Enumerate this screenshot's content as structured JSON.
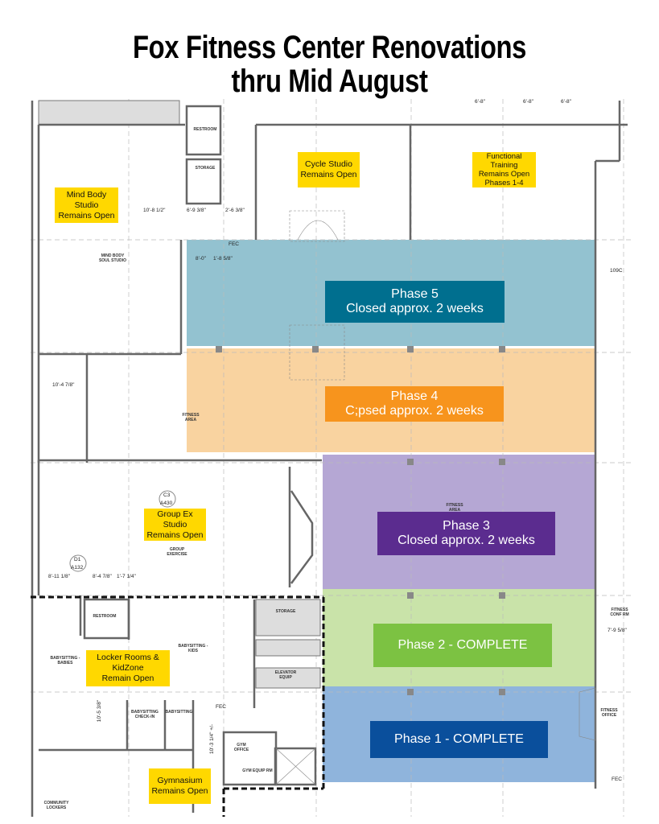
{
  "title": {
    "line1": "Fox Fitness Center Renovations",
    "line2": "thru Mid August"
  },
  "phases": [
    {
      "id": "phase5",
      "title": "Phase 5",
      "subtitle": "Closed approx. 2 weeks",
      "fill": "#93c2d0",
      "label_color": "#006f8f"
    },
    {
      "id": "phase4",
      "title": "Phase 4",
      "subtitle": "C;psed approx. 2 weeks",
      "fill": "#f9d3a0",
      "label_color": "#f7941d"
    },
    {
      "id": "phase3",
      "title": "Phase 3",
      "subtitle": "Closed approx. 2 weeks",
      "fill": "#b5a7d4",
      "label_color": "#5b2c8f"
    },
    {
      "id": "phase2",
      "title": "Phase 2 - COMPLETE",
      "fill": "#c9e3a9",
      "label_color": "#7cc242"
    },
    {
      "id": "phase1",
      "title": "Phase 1 - COMPLETE",
      "fill": "#8fb4dc",
      "label_color": "#0a4f9c"
    }
  ],
  "notes": {
    "mind_body": [
      "Mind Body Studio",
      "Remains Open"
    ],
    "cycle": [
      "Cycle Studio",
      "Remains Open"
    ],
    "functional": [
      "Functional Training",
      "Remains Open",
      "Phases 1-4"
    ],
    "group_ex": [
      "Group Ex Studio",
      "Remains Open"
    ],
    "locker": [
      "Locker Rooms &",
      "KidZone",
      "Remain Open"
    ],
    "gym": [
      "Gymnasium",
      "Remains Open"
    ]
  },
  "rooms": {
    "restroom": "RESTROOM",
    "storage": "STORAGE",
    "mind_body_soul": "MIND BODY SOUL STUDIO",
    "fitness_area": "FITNESS AREA",
    "fitness_area2": "FITNESS AREA",
    "group_exercise": "GROUP EXERCISE",
    "babysitting_kids": "BABYSITTING - KIDS",
    "babysitting_babies": "BABYSITTING - BABIES",
    "restroom2": "RESTROOM",
    "storage2": "STORAGE",
    "elevator_equip": "ELEVATOR EQUIP",
    "checkin": "BABYSITTING CHECK-IN",
    "babysitting": "BABYSITTING",
    "gym_office": "GYM OFFICE",
    "gym_equip": "GYM EQUIP RM",
    "community_lockers": "COMMUNITY LOCKERS",
    "fitness_office": "FITNESS OFFICE",
    "fitness_conf": "FITNESS CONF RM"
  },
  "dims": {
    "d1": "10'-8 1/2\"",
    "d2": "6'-9 3/8\"",
    "d3": "2'-6 3/8\"",
    "d4": "8'-0\"",
    "d5": "1'-8 5/8\"",
    "d6": "10'-4 7/8\"",
    "d7": "8'-11 1/8\"",
    "d8": "8'-4 7/8\"",
    "d9": "1'-7 1/4\"",
    "d10": "7'-9 5/8\"",
    "d11": "10'-3 1/4\" +/-",
    "d12": "10'-5 3/8\"",
    "d13": "6'-8\"",
    "d14": "6'-8\"",
    "d15": "6'-8\"",
    "fec1": "FEC",
    "fec2": "FEC",
    "fec3": "FEC",
    "door": "109C",
    "c3": "C3",
    "a430": "A430",
    "d1tag": "D1",
    "a132": "A132"
  }
}
